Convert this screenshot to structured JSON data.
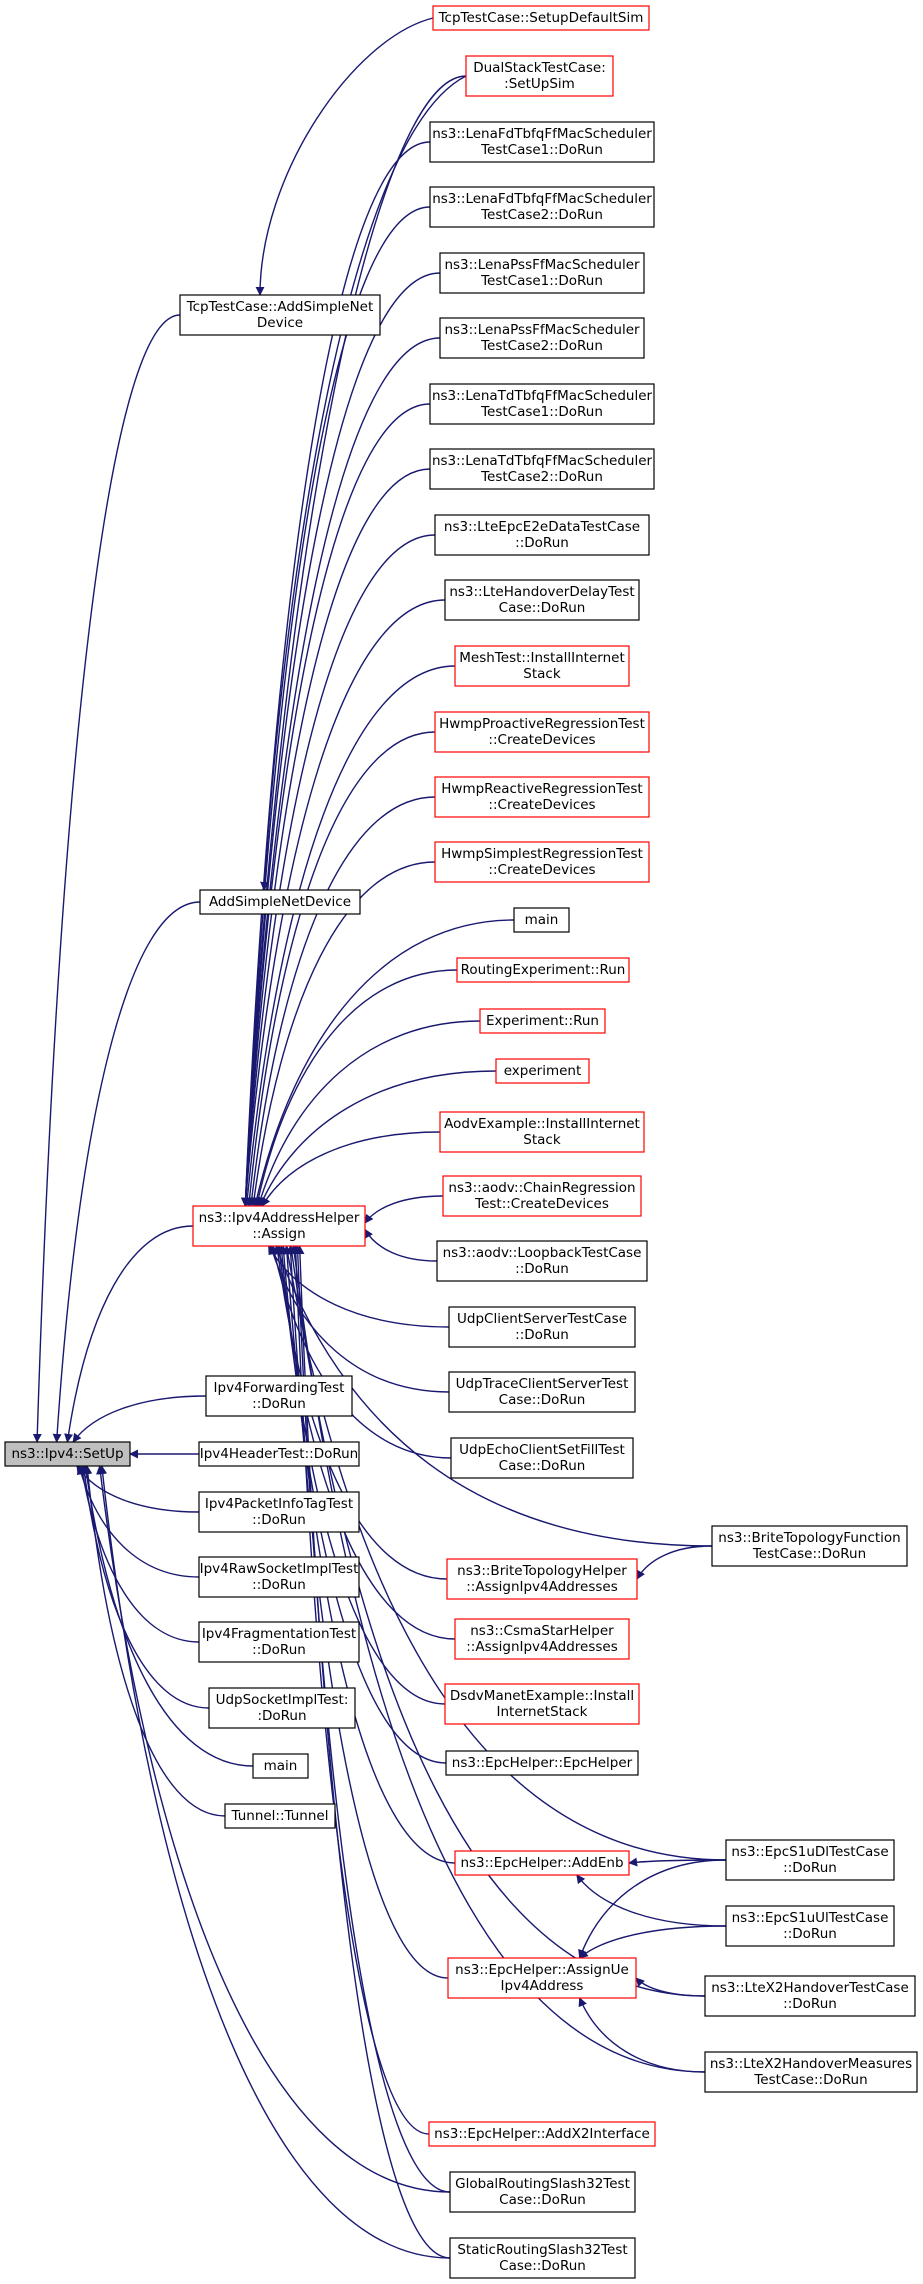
{
  "colors": {
    "edge": "#191970",
    "node_border_default": "#000000",
    "node_border_highlight": "#ff0000",
    "root_fill": "#bfbfbf",
    "node_fill": "#ffffff"
  },
  "nodes": {
    "root": {
      "lines": [
        "ns3::Ipv4::SetUp"
      ],
      "style": "root"
    },
    "tcp_adddev": {
      "lines": [
        "TcpTestCase::AddSimpleNet",
        "Device"
      ],
      "style": "default"
    },
    "addsimplenetdevice": {
      "lines": [
        "AddSimpleNetDevice"
      ],
      "style": "default"
    },
    "assign": {
      "lines": [
        "ns3::Ipv4AddressHelper",
        "::Assign"
      ],
      "style": "highlight"
    },
    "fwd_test": {
      "lines": [
        "Ipv4ForwardingTest",
        "::DoRun"
      ],
      "style": "default"
    },
    "hdr_test": {
      "lines": [
        "Ipv4HeaderTest::DoRun"
      ],
      "style": "default"
    },
    "pkt_test": {
      "lines": [
        "Ipv4PacketInfoTagTest",
        "::DoRun"
      ],
      "style": "default"
    },
    "raw_test": {
      "lines": [
        "Ipv4RawSocketImplTest",
        "::DoRun"
      ],
      "style": "default"
    },
    "frag_test": {
      "lines": [
        "Ipv4FragmentationTest",
        "::DoRun"
      ],
      "style": "default"
    },
    "udp_sock_test": {
      "lines": [
        "UdpSocketImplTest:",
        ":DoRun"
      ],
      "style": "default"
    },
    "main_left": {
      "lines": [
        "main"
      ],
      "style": "default"
    },
    "tunnel": {
      "lines": [
        "Tunnel::Tunnel"
      ],
      "style": "default"
    },
    "tcp_setup": {
      "lines": [
        "TcpTestCase::SetupDefaultSim"
      ],
      "style": "highlight"
    },
    "dualstack": {
      "lines": [
        "DualStackTestCase:",
        ":SetUpSim"
      ],
      "style": "highlight"
    },
    "fd_tbfq1": {
      "lines": [
        "ns3::LenaFdTbfqFfMacScheduler",
        "TestCase1::DoRun"
      ],
      "style": "default"
    },
    "fd_tbfq2": {
      "lines": [
        "ns3::LenaFdTbfqFfMacScheduler",
        "TestCase2::DoRun"
      ],
      "style": "default"
    },
    "pss1": {
      "lines": [
        "ns3::LenaPssFfMacScheduler",
        "TestCase1::DoRun"
      ],
      "style": "default"
    },
    "pss2": {
      "lines": [
        "ns3::LenaPssFfMacScheduler",
        "TestCase2::DoRun"
      ],
      "style": "default"
    },
    "td_tbfq1": {
      "lines": [
        "ns3::LenaTdTbfqFfMacScheduler",
        "TestCase1::DoRun"
      ],
      "style": "default"
    },
    "td_tbfq2": {
      "lines": [
        "ns3::LenaTdTbfqFfMacScheduler",
        "TestCase2::DoRun"
      ],
      "style": "default"
    },
    "epc_e2e": {
      "lines": [
        "ns3::LteEpcE2eDataTestCase",
        "::DoRun"
      ],
      "style": "default"
    },
    "handover_delay": {
      "lines": [
        "ns3::LteHandoverDelayTest",
        "Case::DoRun"
      ],
      "style": "default"
    },
    "mesh_install": {
      "lines": [
        "MeshTest::InstallInternet",
        "Stack"
      ],
      "style": "highlight"
    },
    "hwmp_proactive": {
      "lines": [
        "HwmpProactiveRegressionTest",
        "::CreateDevices"
      ],
      "style": "highlight"
    },
    "hwmp_reactive": {
      "lines": [
        "HwmpReactiveRegressionTest",
        "::CreateDevices"
      ],
      "style": "highlight"
    },
    "hwmp_simplest": {
      "lines": [
        "HwmpSimplestRegressionTest",
        "::CreateDevices"
      ],
      "style": "highlight"
    },
    "main_right": {
      "lines": [
        "main"
      ],
      "style": "default"
    },
    "routing_exp": {
      "lines": [
        "RoutingExperiment::Run"
      ],
      "style": "highlight"
    },
    "experiment_run": {
      "lines": [
        "Experiment::Run"
      ],
      "style": "highlight"
    },
    "experiment": {
      "lines": [
        "experiment"
      ],
      "style": "highlight"
    },
    "aodv_example": {
      "lines": [
        "AodvExample::InstallInternet",
        "Stack"
      ],
      "style": "highlight"
    },
    "aodv_chain": {
      "lines": [
        "ns3::aodv::ChainRegression",
        "Test::CreateDevices"
      ],
      "style": "highlight"
    },
    "aodv_loopback": {
      "lines": [
        "ns3::aodv::LoopbackTestCase",
        "::DoRun"
      ],
      "style": "default"
    },
    "udp_cs": {
      "lines": [
        "UdpClientServerTestCase",
        "::DoRun"
      ],
      "style": "default"
    },
    "udp_trace": {
      "lines": [
        "UdpTraceClientServerTest",
        "Case::DoRun"
      ],
      "style": "default"
    },
    "udp_echo": {
      "lines": [
        "UdpEchoClientSetFillTest",
        "Case::DoRun"
      ],
      "style": "default"
    },
    "brite_helper": {
      "lines": [
        "ns3::BriteTopologyHelper",
        "::AssignIpv4Addresses"
      ],
      "style": "highlight"
    },
    "brite_func": {
      "lines": [
        "ns3::BriteTopologyFunction",
        "TestCase::DoRun"
      ],
      "style": "default"
    },
    "csma_star": {
      "lines": [
        "ns3::CsmaStarHelper",
        "::AssignIpv4Addresses"
      ],
      "style": "highlight"
    },
    "dsdv_manet": {
      "lines": [
        "DsdvManetExample::Install",
        "InternetStack"
      ],
      "style": "highlight"
    },
    "epc_helper_ctor": {
      "lines": [
        "ns3::EpcHelper::EpcHelper"
      ],
      "style": "default"
    },
    "epc_add_enb": {
      "lines": [
        "ns3::EpcHelper::AddEnb"
      ],
      "style": "highlight"
    },
    "epc_s1u_dl": {
      "lines": [
        "ns3::EpcS1uDlTestCase",
        "::DoRun"
      ],
      "style": "default"
    },
    "epc_s1u_ul": {
      "lines": [
        "ns3::EpcS1uUlTestCase",
        "::DoRun"
      ],
      "style": "default"
    },
    "epc_assign_ue": {
      "lines": [
        "ns3::EpcHelper::AssignUe",
        "Ipv4Address"
      ],
      "style": "highlight"
    },
    "x2_handover": {
      "lines": [
        "ns3::LteX2HandoverTestCase",
        "::DoRun"
      ],
      "style": "default"
    },
    "x2_measures": {
      "lines": [
        "ns3::LteX2HandoverMeasures",
        "TestCase::DoRun"
      ],
      "style": "default"
    },
    "epc_add_x2": {
      "lines": [
        "ns3::EpcHelper::AddX2Interface"
      ],
      "style": "highlight"
    },
    "global_slash32": {
      "lines": [
        "GlobalRoutingSlash32Test",
        "Case::DoRun"
      ],
      "style": "default"
    },
    "static_slash32": {
      "lines": [
        "StaticRoutingSlash32Test",
        "Case::DoRun"
      ],
      "style": "default"
    }
  },
  "edges": [
    [
      "tcp_setup",
      "tcp_adddev"
    ],
    [
      "dualstack",
      "addsimplenetdevice"
    ],
    [
      "tcp_adddev",
      "root"
    ],
    [
      "addsimplenetdevice",
      "root"
    ],
    [
      "assign",
      "root"
    ],
    [
      "fwd_test",
      "root"
    ],
    [
      "hdr_test",
      "root"
    ],
    [
      "pkt_test",
      "root"
    ],
    [
      "raw_test",
      "root"
    ],
    [
      "frag_test",
      "root"
    ],
    [
      "udp_sock_test",
      "root"
    ],
    [
      "main_left",
      "root"
    ],
    [
      "tunnel",
      "root"
    ],
    [
      "global_slash32",
      "root"
    ],
    [
      "static_slash32",
      "root"
    ],
    [
      "dualstack",
      "assign"
    ],
    [
      "fd_tbfq1",
      "assign"
    ],
    [
      "fd_tbfq2",
      "assign"
    ],
    [
      "pss1",
      "assign"
    ],
    [
      "pss2",
      "assign"
    ],
    [
      "td_tbfq1",
      "assign"
    ],
    [
      "td_tbfq2",
      "assign"
    ],
    [
      "epc_e2e",
      "assign"
    ],
    [
      "handover_delay",
      "assign"
    ],
    [
      "mesh_install",
      "assign"
    ],
    [
      "hwmp_proactive",
      "assign"
    ],
    [
      "hwmp_reactive",
      "assign"
    ],
    [
      "hwmp_simplest",
      "assign"
    ],
    [
      "main_right",
      "assign"
    ],
    [
      "routing_exp",
      "assign"
    ],
    [
      "experiment_run",
      "assign"
    ],
    [
      "experiment",
      "assign"
    ],
    [
      "aodv_example",
      "assign"
    ],
    [
      "aodv_chain",
      "assign"
    ],
    [
      "aodv_loopback",
      "assign"
    ],
    [
      "udp_cs",
      "assign"
    ],
    [
      "udp_trace",
      "assign"
    ],
    [
      "udp_echo",
      "assign"
    ],
    [
      "brite_func",
      "assign"
    ],
    [
      "brite_helper",
      "assign"
    ],
    [
      "csma_star",
      "assign"
    ],
    [
      "dsdv_manet",
      "assign"
    ],
    [
      "epc_helper_ctor",
      "assign"
    ],
    [
      "epc_add_enb",
      "assign"
    ],
    [
      "epc_s1u_dl",
      "assign"
    ],
    [
      "epc_assign_ue",
      "assign"
    ],
    [
      "epc_add_x2",
      "assign"
    ],
    [
      "x2_measures",
      "assign"
    ],
    [
      "global_slash32",
      "assign"
    ],
    [
      "static_slash32",
      "assign"
    ],
    [
      "brite_func",
      "brite_helper"
    ],
    [
      "epc_s1u_dl",
      "epc_add_enb"
    ],
    [
      "epc_s1u_ul",
      "epc_add_enb"
    ],
    [
      "epc_s1u_dl",
      "epc_assign_ue"
    ],
    [
      "epc_s1u_ul",
      "epc_assign_ue"
    ],
    [
      "x2_handover",
      "epc_assign_ue"
    ],
    [
      "x2_measures",
      "epc_assign_ue"
    ],
    [
      "x2_handover",
      "assign"
    ]
  ]
}
